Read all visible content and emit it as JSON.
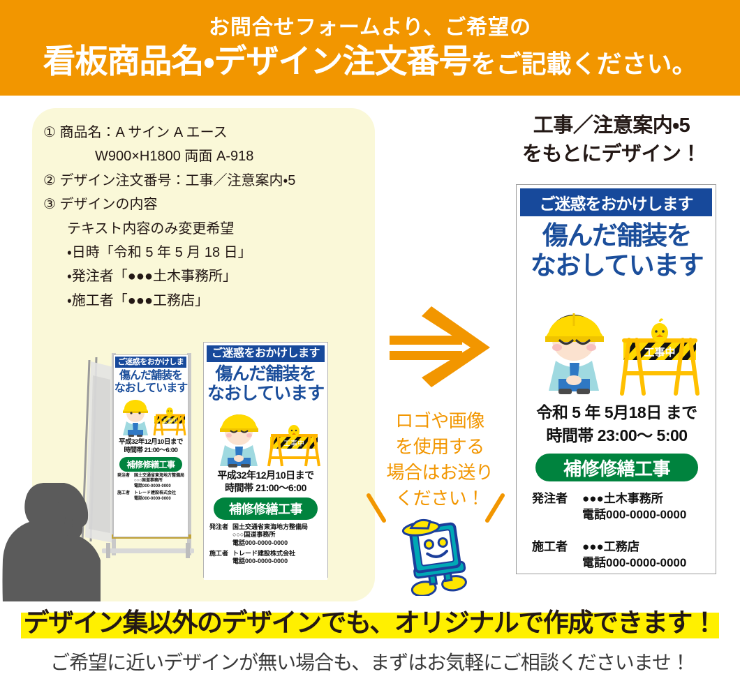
{
  "colors": {
    "orange": "#F29600",
    "cream": "#FAF8D8",
    "sign_blue": "#17499B",
    "title_blue": "#1B4E9B",
    "green": "#00833E",
    "highlight_yellow": "#FFF000",
    "text_dark": "#231815"
  },
  "header": {
    "line1": "お問合せフォームより、ご希望の",
    "line2_strong": "看板商品名・デザイン注文番号",
    "line2_rest": "をご記載ください。"
  },
  "instructions": {
    "item1_label": "① 商品名：",
    "item1_value": "A サイン A エース",
    "item1_value2": "W900×H1800 両面 A-918",
    "item2": "② デザイン注文番号：工事／注意案内・5",
    "item3": "③ デザインの内容",
    "item3_note": "テキスト内容のみ変更希望",
    "bullets": [
      "・日時「令和 5 年 5 月 18 日」",
      "・発注者「●●●土木事務所」",
      "・施工者「●●●工務店」"
    ]
  },
  "middle": {
    "arrow_icon": "double-arrow-right-icon",
    "note_lines": [
      "ロゴや画像",
      "を使用する",
      "場合はお送り",
      "ください！"
    ],
    "mascot_icon": "signboard-mascot-icon"
  },
  "right": {
    "headline_line1": "工事／注意案内・5",
    "headline_line2": "をもとにデザイン！"
  },
  "big_sign": {
    "header_band": "ご迷惑をおかけします",
    "title_line1": "傷んだ舗装を",
    "title_line2": "なおしています",
    "artwork": {
      "worker_icon": "construction-worker-icon",
      "barricade_icon": "construction-barricade-icon",
      "barricade_text": "工事中",
      "chick_icon": "chick-icon"
    },
    "date_line": "令和 5 年 5月18日 まで",
    "time_line": "時間帯 23:00～ 5:00",
    "pill_label": "補修修繕工事",
    "contacts": [
      {
        "label": "発注者",
        "values": [
          "●●●土木事務所",
          "電話000-0000-0000"
        ]
      },
      {
        "label": "施工者",
        "values": [
          "●●●工務店",
          "電話000-0000-0000"
        ]
      }
    ]
  },
  "sample_sign": {
    "header_band": "ご迷惑をおかけします",
    "title_line1": "傷んだ舗装を",
    "title_line2": "なおしています",
    "date_line": "平成32年12月10日まで",
    "time_line": "時間帯 21:00～6:00",
    "pill_label": "補修修繕工事",
    "contacts": [
      {
        "label": "発注者",
        "values": [
          "国土交通省東海地方整備局",
          "○○○国道事務所",
          "電話000-0000-0000"
        ]
      },
      {
        "label": "施工者",
        "values": [
          "トレード建設株式会社",
          "電話000-0000-0000"
        ]
      }
    ]
  },
  "aframe_photo": {
    "alt_name": "a-frame-sign-photo",
    "silhouette_name": "person-on-phone-silhouette"
  },
  "bottom": {
    "highlight": "デザイン集以外のデザインでも、オリジナルで作成できます！",
    "sub": "ご希望に近いデザインが無い場合も、まずはお気軽にご相談くださいませ！"
  }
}
